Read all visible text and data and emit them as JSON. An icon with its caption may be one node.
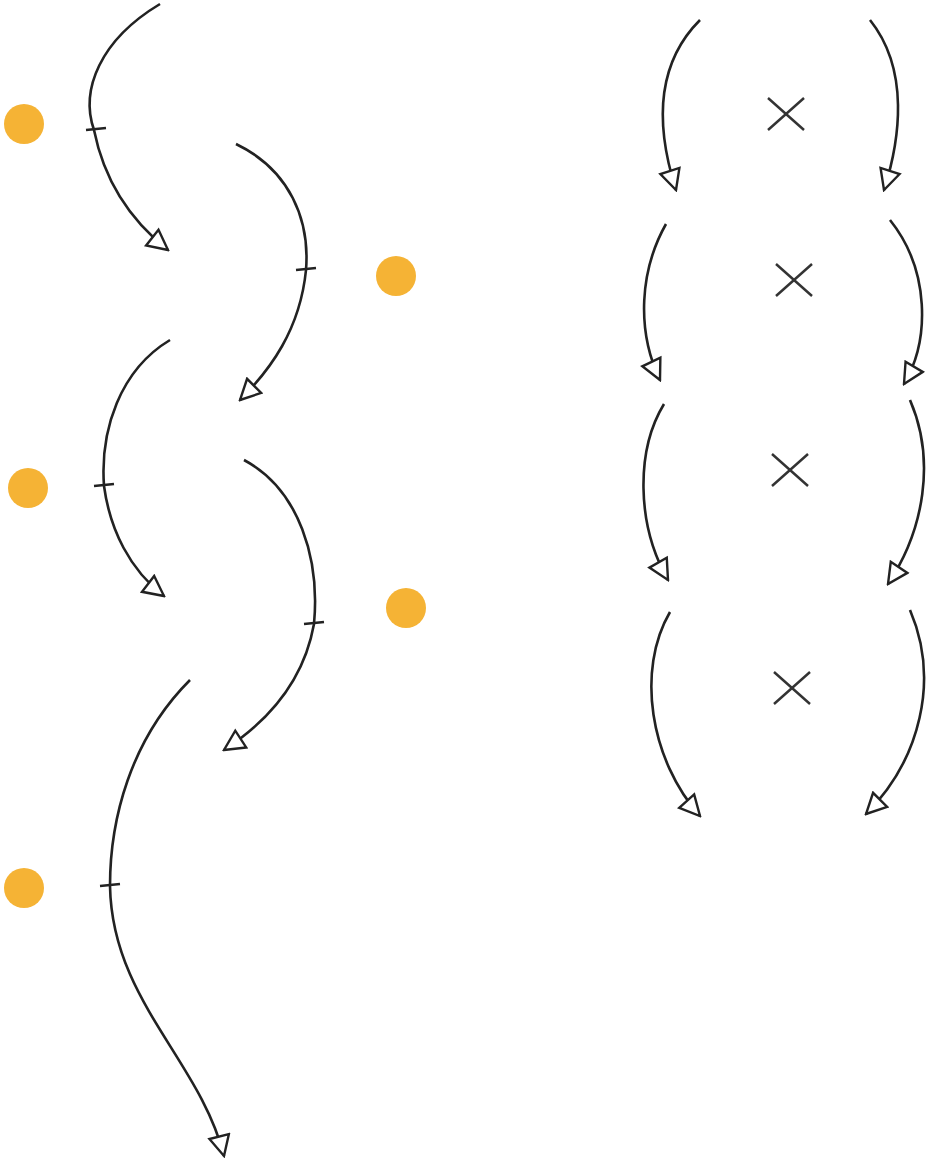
{
  "diagram": {
    "nodes": [
      {
        "text": [],
        "shape": "circle"
      },
      {
        "text": [],
        "shape": "circle"
      },
      {
        "text": [],
        "shape": "circle"
      },
      {
        "text": [],
        "shape": "circle"
      },
      {
        "text": [],
        "shape": "circle"
      },
      {
        "text": [],
        "shape": "cross"
      },
      {
        "text": [],
        "shape": "cross"
      },
      {
        "text": [],
        "shape": "cross"
      },
      {
        "text": [],
        "shape": "cross"
      }
    ]
  }
}
